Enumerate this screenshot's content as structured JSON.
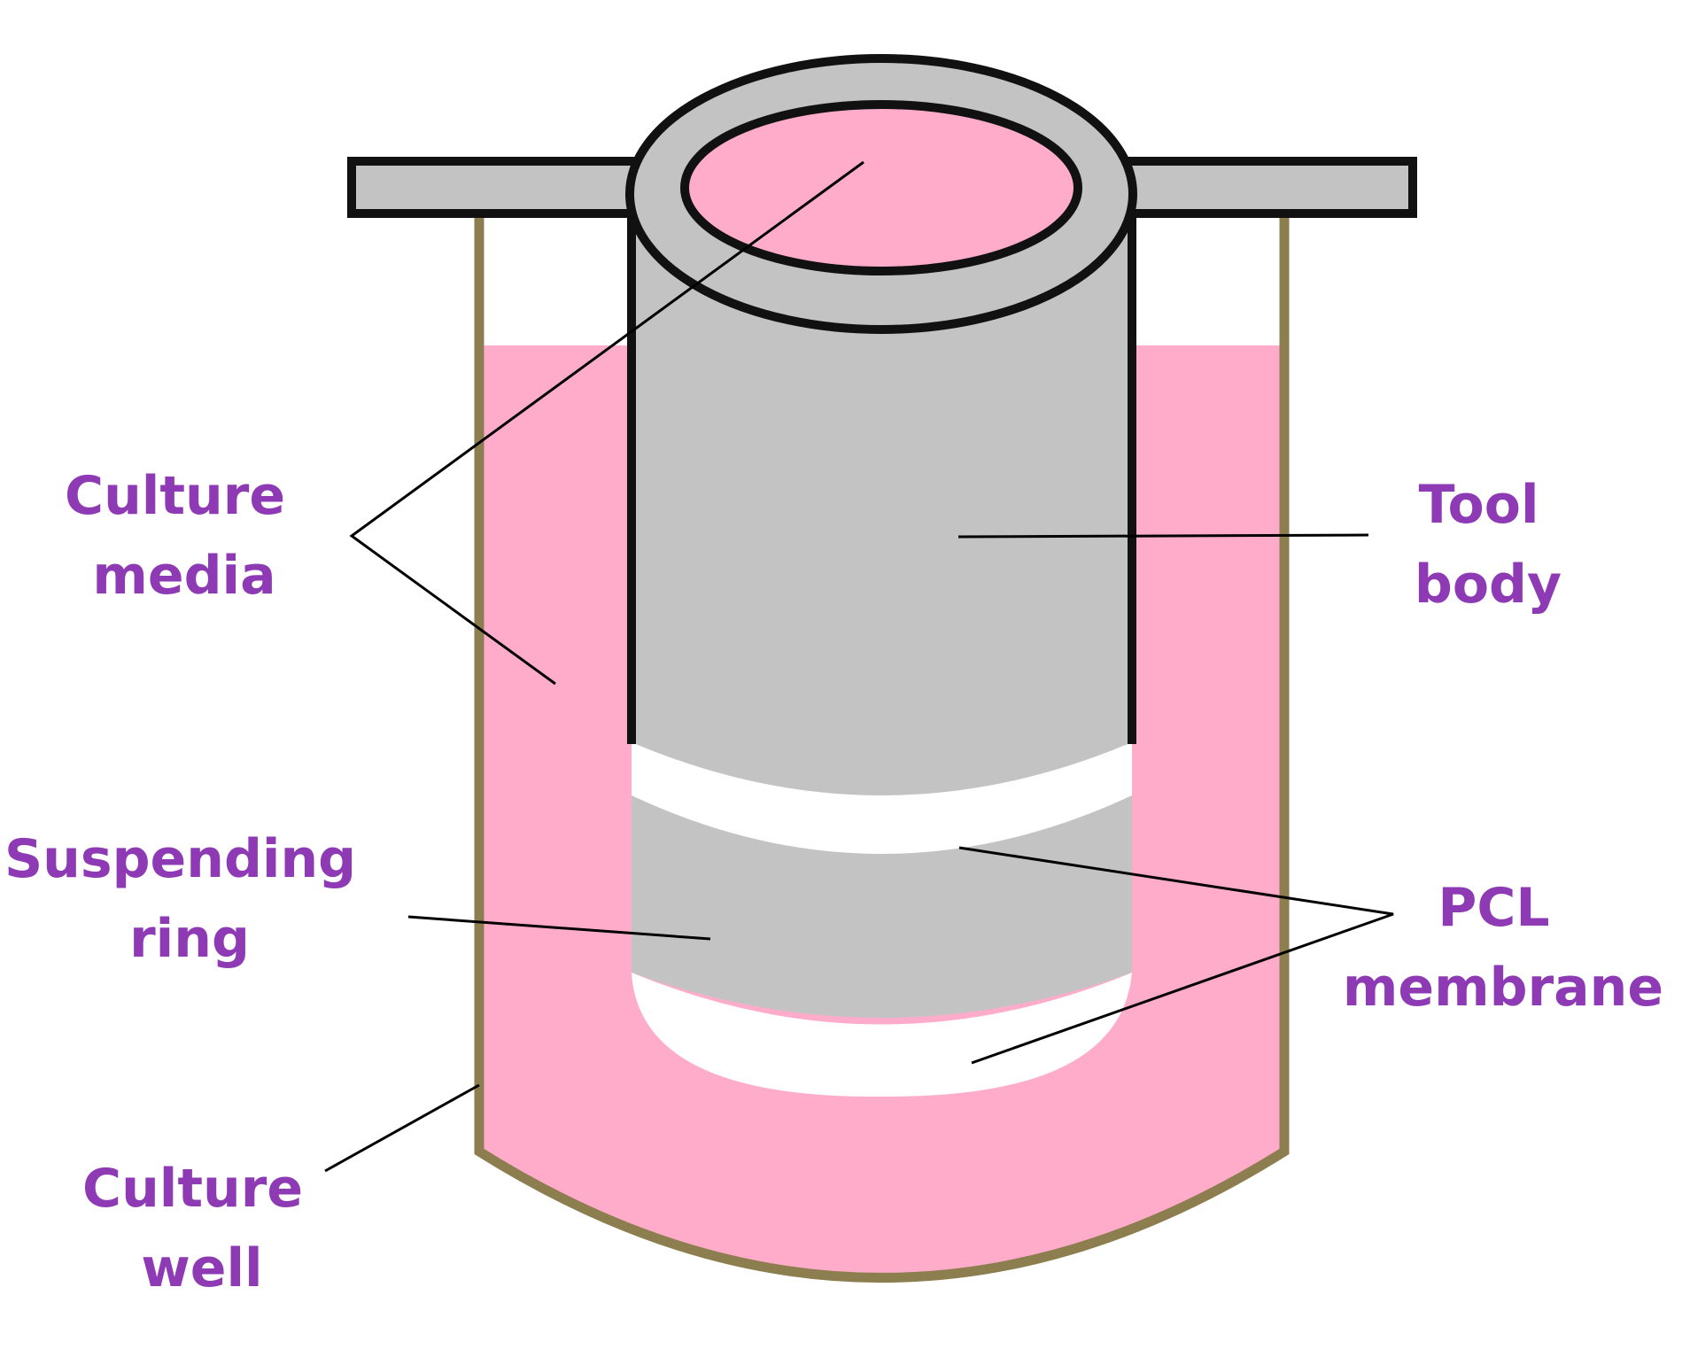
{
  "colors": {
    "media": "#ffaccb",
    "tool": "#c3c3c3",
    "membrane": "#ffffff",
    "well": "#8d7e4f",
    "outline": "#111111",
    "label": "#8e3ab5"
  },
  "labels": {
    "culture_media": [
      "Culture",
      "media"
    ],
    "tool_body": [
      "Tool",
      "body"
    ],
    "suspending_ring": [
      "Suspending",
      "ring"
    ],
    "pcl_membrane": [
      "PCL",
      "membrane"
    ],
    "culture_well": [
      "Culture",
      "well"
    ]
  }
}
